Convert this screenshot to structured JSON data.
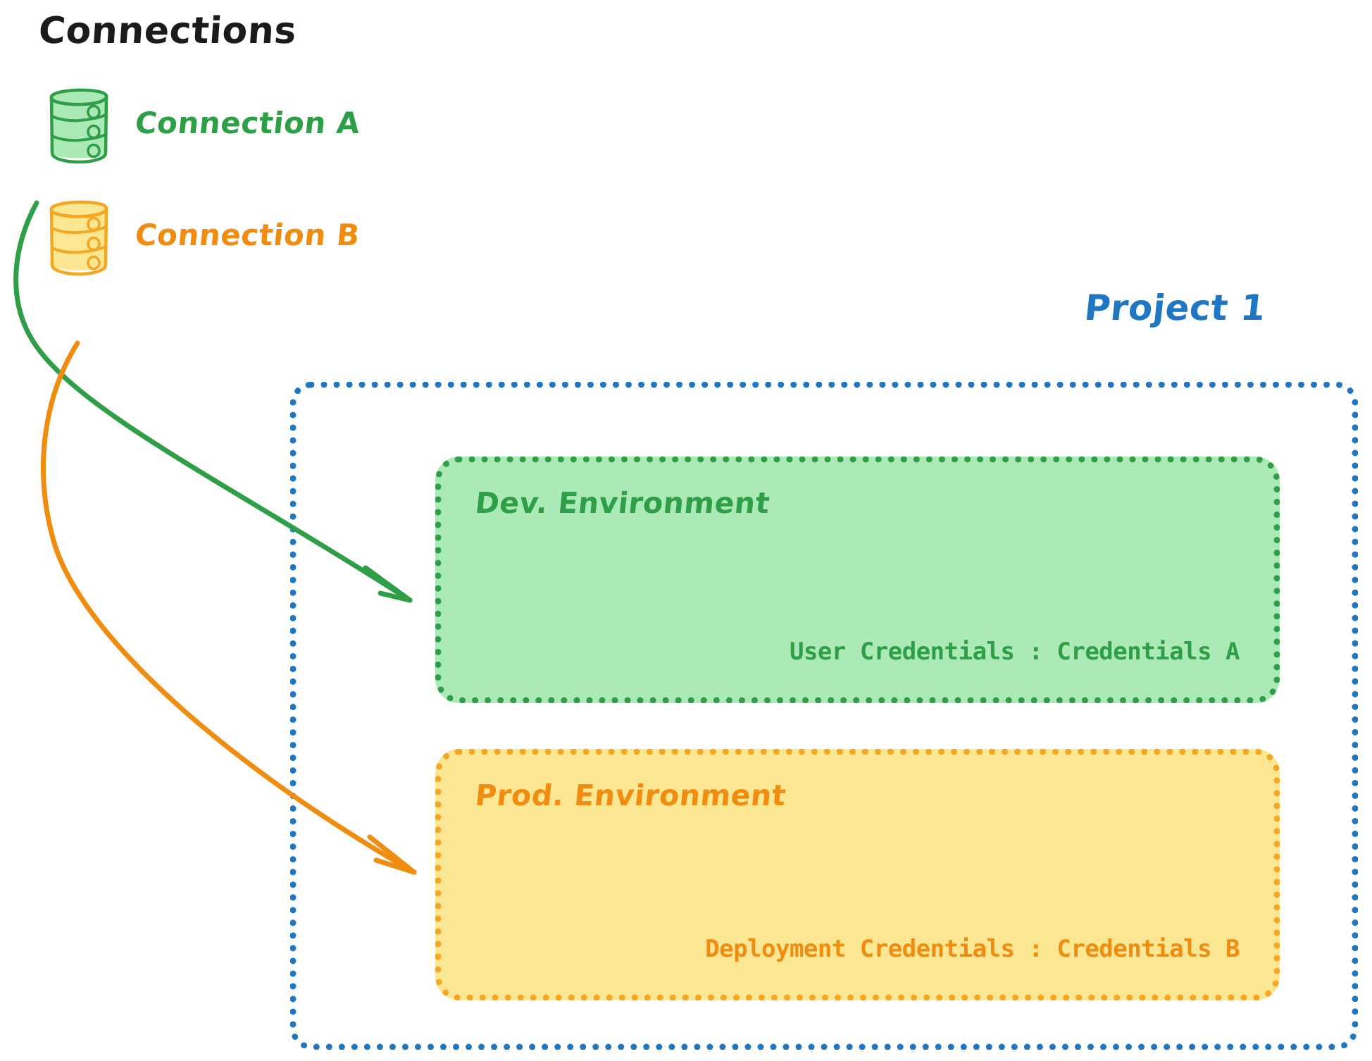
{
  "diagram": {
    "background": "#ffffff",
    "title": "Connections"
  },
  "colors": {
    "green_stroke": "#2e9e47",
    "green_fill": "#abeab7",
    "orange_stroke": "#f08c10",
    "orange_dot": "#f5a623",
    "orange_fill": "#fbe792",
    "blue": "#1f77c2",
    "title_text": "#1b1b1b"
  },
  "connections": {
    "heading": "Connections",
    "items": [
      {
        "label": "Connection A",
        "color": "#2e9e47",
        "icon": "database-cylinder-icon",
        "accent": "green"
      },
      {
        "label": "Connection B",
        "color": "#f08c10",
        "icon": "database-cylinder-icon",
        "accent": "orange"
      }
    ]
  },
  "project": {
    "label": "Project 1",
    "color": "#1f77c2",
    "border_style": "dotted",
    "environments": [
      {
        "name": "Dev. Environment",
        "credential_label": "User Credentials",
        "credential_separator": ":",
        "credential_value": "Credentials A",
        "credential_line": "User Credentials : Credentials A",
        "fill": "#abeab7",
        "stroke": "#2e9e47"
      },
      {
        "name": "Prod. Environment",
        "credential_label": "Deployment Credentials",
        "credential_separator": ":",
        "credential_value": "Credentials B",
        "credential_line": "Deployment Credentials : Credentials B",
        "fill": "#fbe792",
        "stroke": "#f5a623"
      }
    ]
  },
  "edges": [
    {
      "from": "Connection A",
      "to": "Dev. Environment",
      "color": "#2e9e47",
      "style": "curved-arrow"
    },
    {
      "from": "Connection B",
      "to": "Prod. Environment",
      "color": "#f08c10",
      "style": "curved-arrow"
    }
  ]
}
